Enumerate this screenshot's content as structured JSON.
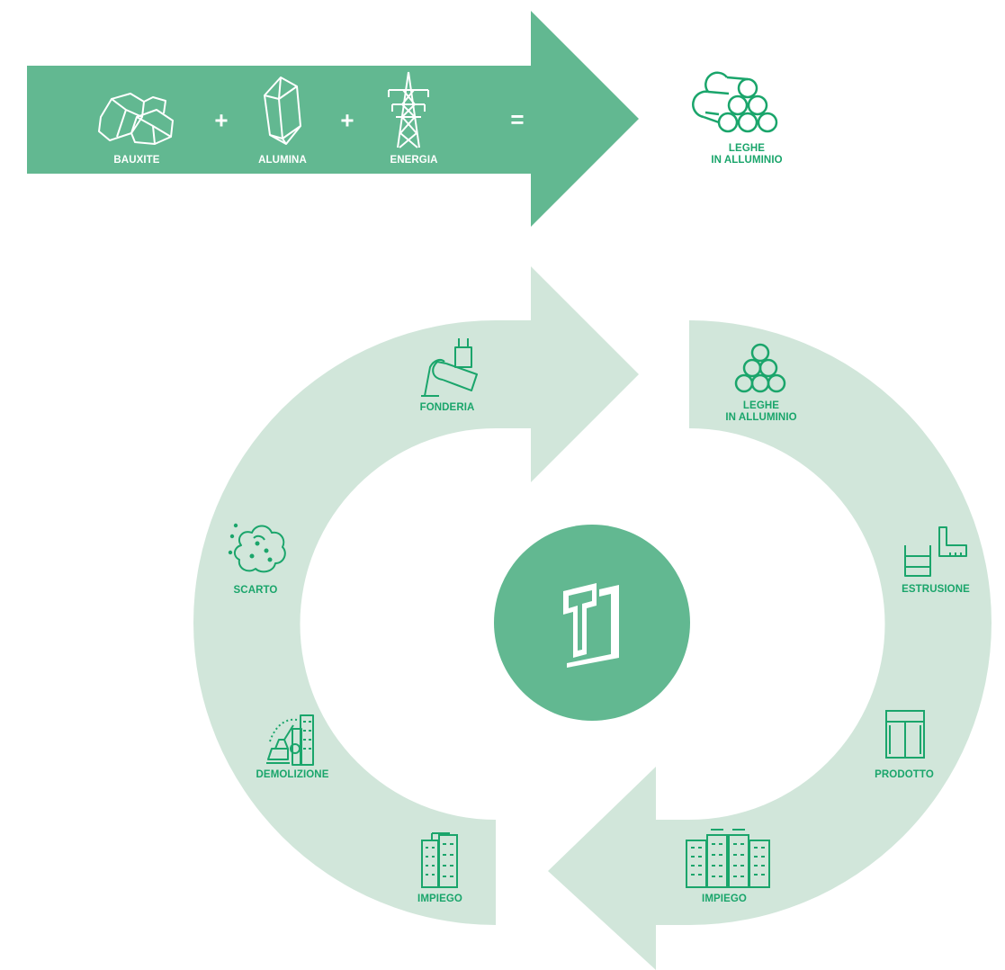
{
  "colors": {
    "arrow_dark": "#62b891",
    "cycle_light": "#d1e6da",
    "icon_green": "#1aa56b",
    "center_circle": "#62b891"
  },
  "top_flow": {
    "inputs": [
      {
        "label": "BAUXITE",
        "icon": "rocks-icon"
      },
      {
        "label": "ALUMINA",
        "icon": "crystal-icon"
      },
      {
        "label": "ENERGIA",
        "icon": "power-pylon-icon"
      }
    ],
    "operators": [
      "+",
      "+",
      "="
    ],
    "output": {
      "label": "LEGHE\nIN ALLUMINIO",
      "icon": "pipes-bundle-icon"
    }
  },
  "cycle": {
    "center_logo": "logo-icon",
    "steps": [
      {
        "label": "FONDERIA",
        "icon": "foundry-icon"
      },
      {
        "label": "LEGHE\nIN ALLUMINIO",
        "icon": "pipes-pyramid-icon"
      },
      {
        "label": "ESTRUSIONE",
        "icon": "extrusion-icon"
      },
      {
        "label": "PRODOTTO",
        "icon": "window-icon"
      },
      {
        "label": "IMPIEGO",
        "icon": "buildings-icon"
      },
      {
        "label": "IMPIEGO",
        "icon": "building-icon"
      },
      {
        "label": "DEMOLIZIONE",
        "icon": "demolition-icon"
      },
      {
        "label": "SCARTO",
        "icon": "scrap-icon"
      }
    ]
  }
}
